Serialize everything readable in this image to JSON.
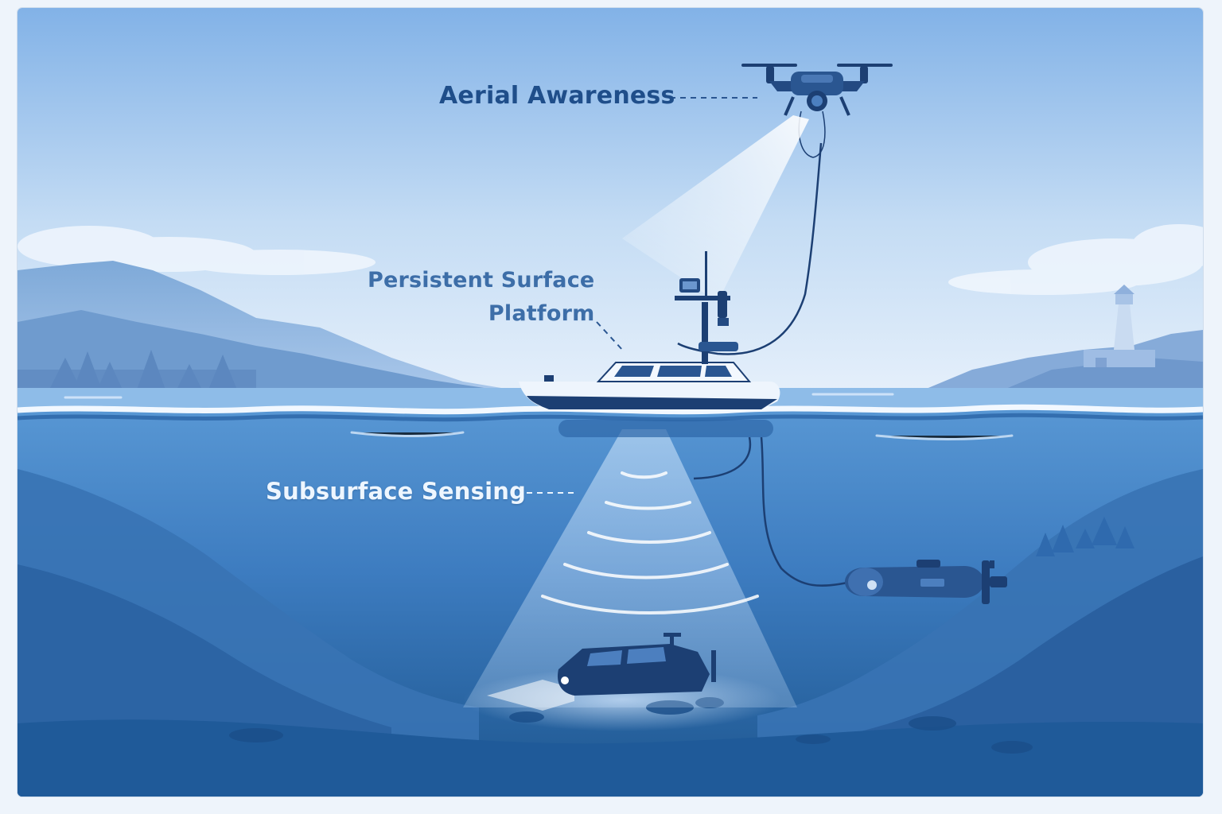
{
  "labels": {
    "aerial": "Aerial Awareness",
    "surface_line1": "Persistent Surface",
    "surface_line2": "Platform",
    "subsurface": "Subsurface Sensing"
  },
  "palette": {
    "sky_top": "#7fb0e6",
    "sky_bottom": "#e3eefa",
    "water_top": "#4f8fd0",
    "water_bottom": "#1f5aa0",
    "vehicle_dark": "#1c3f73",
    "label_dark": "#1f4e8a",
    "label_mid": "#3d6ea8",
    "label_light": "#eef6ff"
  },
  "icons": [
    "drone-icon",
    "surface-boat-icon",
    "auv-icon",
    "seafloor-vehicle-icon",
    "lighthouse-icon",
    "sonar-waves-icon",
    "tether-cable-icon"
  ]
}
